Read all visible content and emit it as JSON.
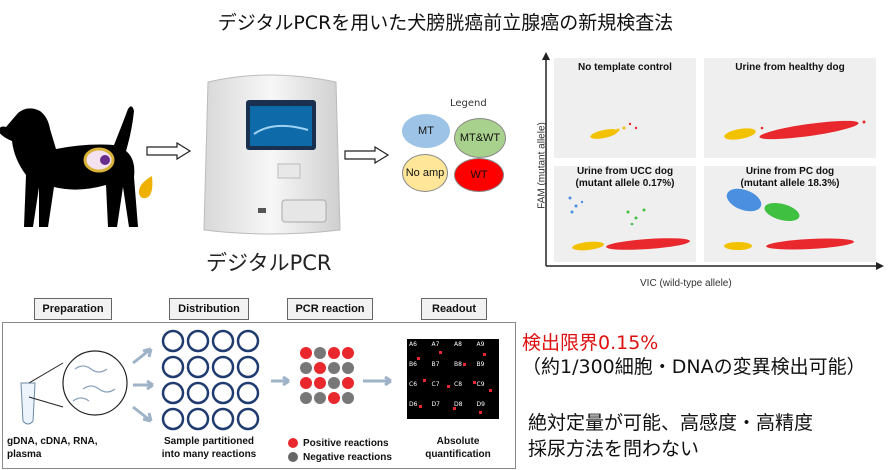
{
  "title": "デジタルPCRを用いた犬膀胱癌前立腺癌の新規検査法",
  "machine_caption": "デジタルPCR",
  "legend": {
    "title": "Legend",
    "items": [
      {
        "label": "MT",
        "color": "#9dc3e6"
      },
      {
        "label": "MT&WT",
        "color": "#a9d18e"
      },
      {
        "label": "No amp",
        "color": "#ffe699"
      },
      {
        "label": "WT",
        "color": "#ff0000"
      }
    ]
  },
  "scatter": {
    "y_axis_label": "FAM (mutant allele)",
    "x_axis_label": "VIC (wild-type allele)",
    "panels": [
      {
        "title": "No template control",
        "subtitle": ""
      },
      {
        "title": "Urine from healthy dog",
        "subtitle": ""
      },
      {
        "title": "Urine from UCC dog",
        "subtitle": "(mutant allele 0.17%)"
      },
      {
        "title": "Urine from PC dog",
        "subtitle": "(mutant allele 18.3%)"
      }
    ]
  },
  "workflow": {
    "steps": [
      {
        "tag": "Preparation",
        "caption": "gDNA, cDNA, RNA,\nplasma"
      },
      {
        "tag": "Distribution",
        "caption": "Sample partitioned\ninto many reactions"
      },
      {
        "tag": "PCR  reaction",
        "caption": ""
      },
      {
        "tag": "Readout",
        "caption": "Absolute\nquantification"
      }
    ],
    "positive_label": "Positive reactions",
    "negative_label": "Negative reactions",
    "readout_cells": [
      "A6",
      "A7",
      "A8",
      "A9",
      "B6",
      "B7",
      "B8",
      "B9",
      "C6",
      "C7",
      "C8",
      "C9",
      "D6",
      "D7",
      "D8",
      "D9"
    ]
  },
  "results": {
    "limit_text": "検出限界0.15%",
    "limit_detail": "（約1/300細胞・DNAの変異検出可能）",
    "feature_1": "絶対定量が可能、高感度・高精度",
    "feature_2": "採尿方法を問わない"
  },
  "colors": {
    "yellow": "#f2c200",
    "red": "#e8282d",
    "blue": "#4a8fe0",
    "green": "#40c040",
    "purple": "#6a2c8a"
  }
}
